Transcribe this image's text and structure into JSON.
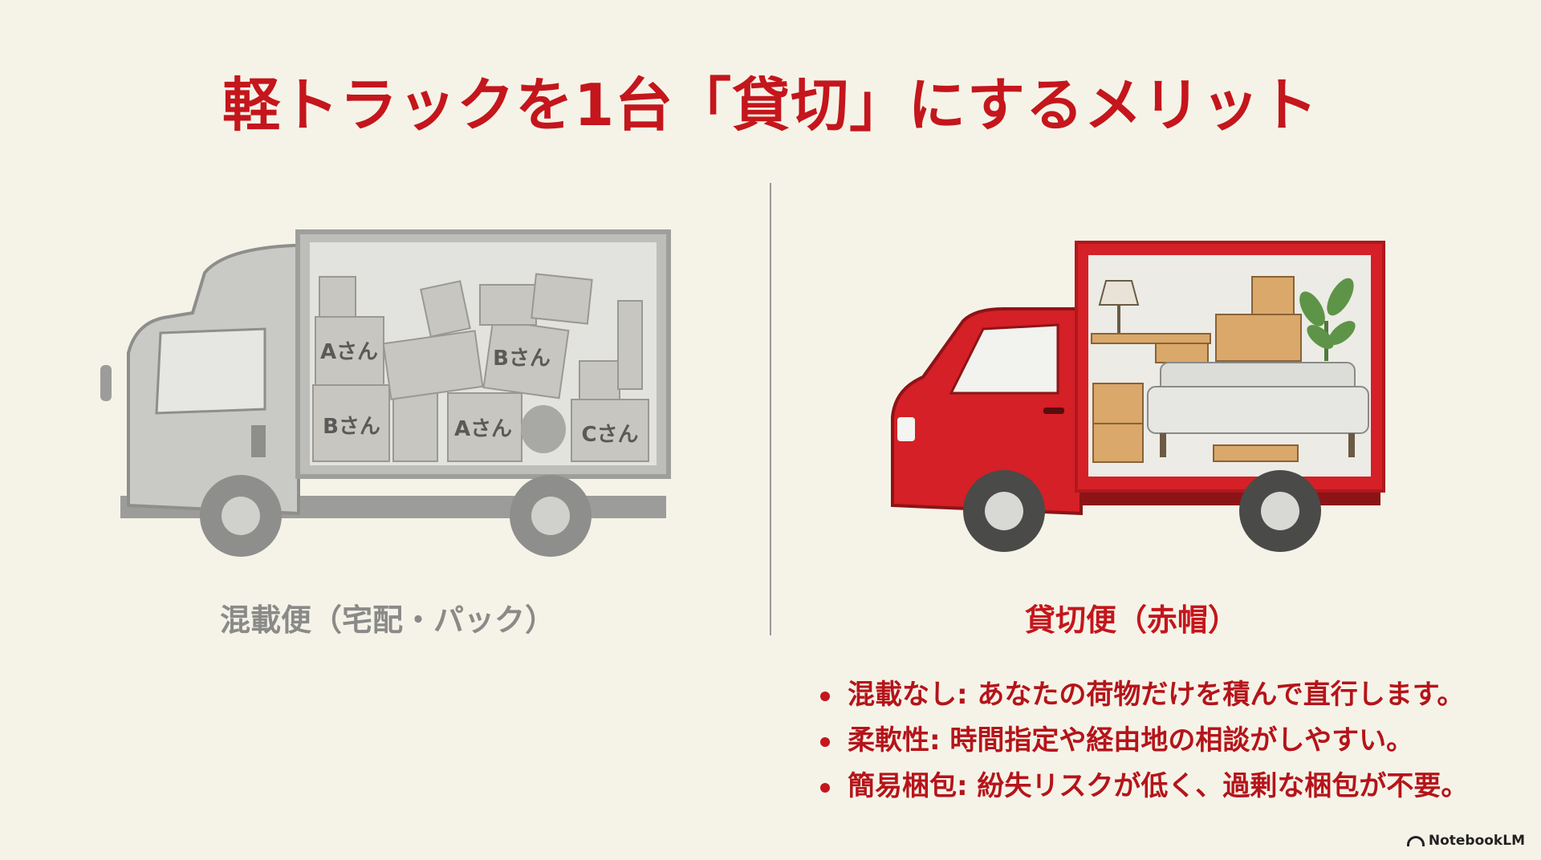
{
  "title": "軽トラックを1台「貸切」にするメリット",
  "left": {
    "label": "混載便（宅配・パック）",
    "box_labels": [
      "Aさん",
      "Bさん",
      "Bさん",
      "Aさん",
      "Cさん"
    ]
  },
  "right": {
    "label": "貸切便（赤帽）",
    "bullets": [
      "混載なし: あなたの荷物だけを積んで直行します。",
      "柔軟性: 時間指定や経由地の相談がしやすい。",
      "簡易梱包: 紛失リスクが低く、過剰な梱包が不要。"
    ]
  },
  "watermark": "NotebookLM",
  "colors": {
    "accent": "#c4161c",
    "background": "#f5f3e8",
    "gray": "#8a8a88"
  }
}
